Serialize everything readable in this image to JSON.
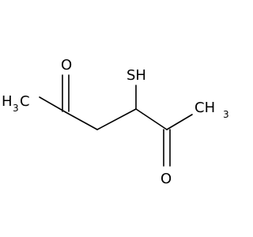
{
  "molecule": {
    "labels": {
      "oxygen_left": "O",
      "oxygen_right": "O",
      "thiol": "SH",
      "methyl_left_main": "H",
      "methyl_left_sub": "3",
      "methyl_left_carbon": "C",
      "methyl_right": "CH",
      "methyl_right_sub": "3"
    },
    "colors": {
      "bond": "#000000",
      "text": "#000000",
      "background": "#ffffff"
    }
  }
}
